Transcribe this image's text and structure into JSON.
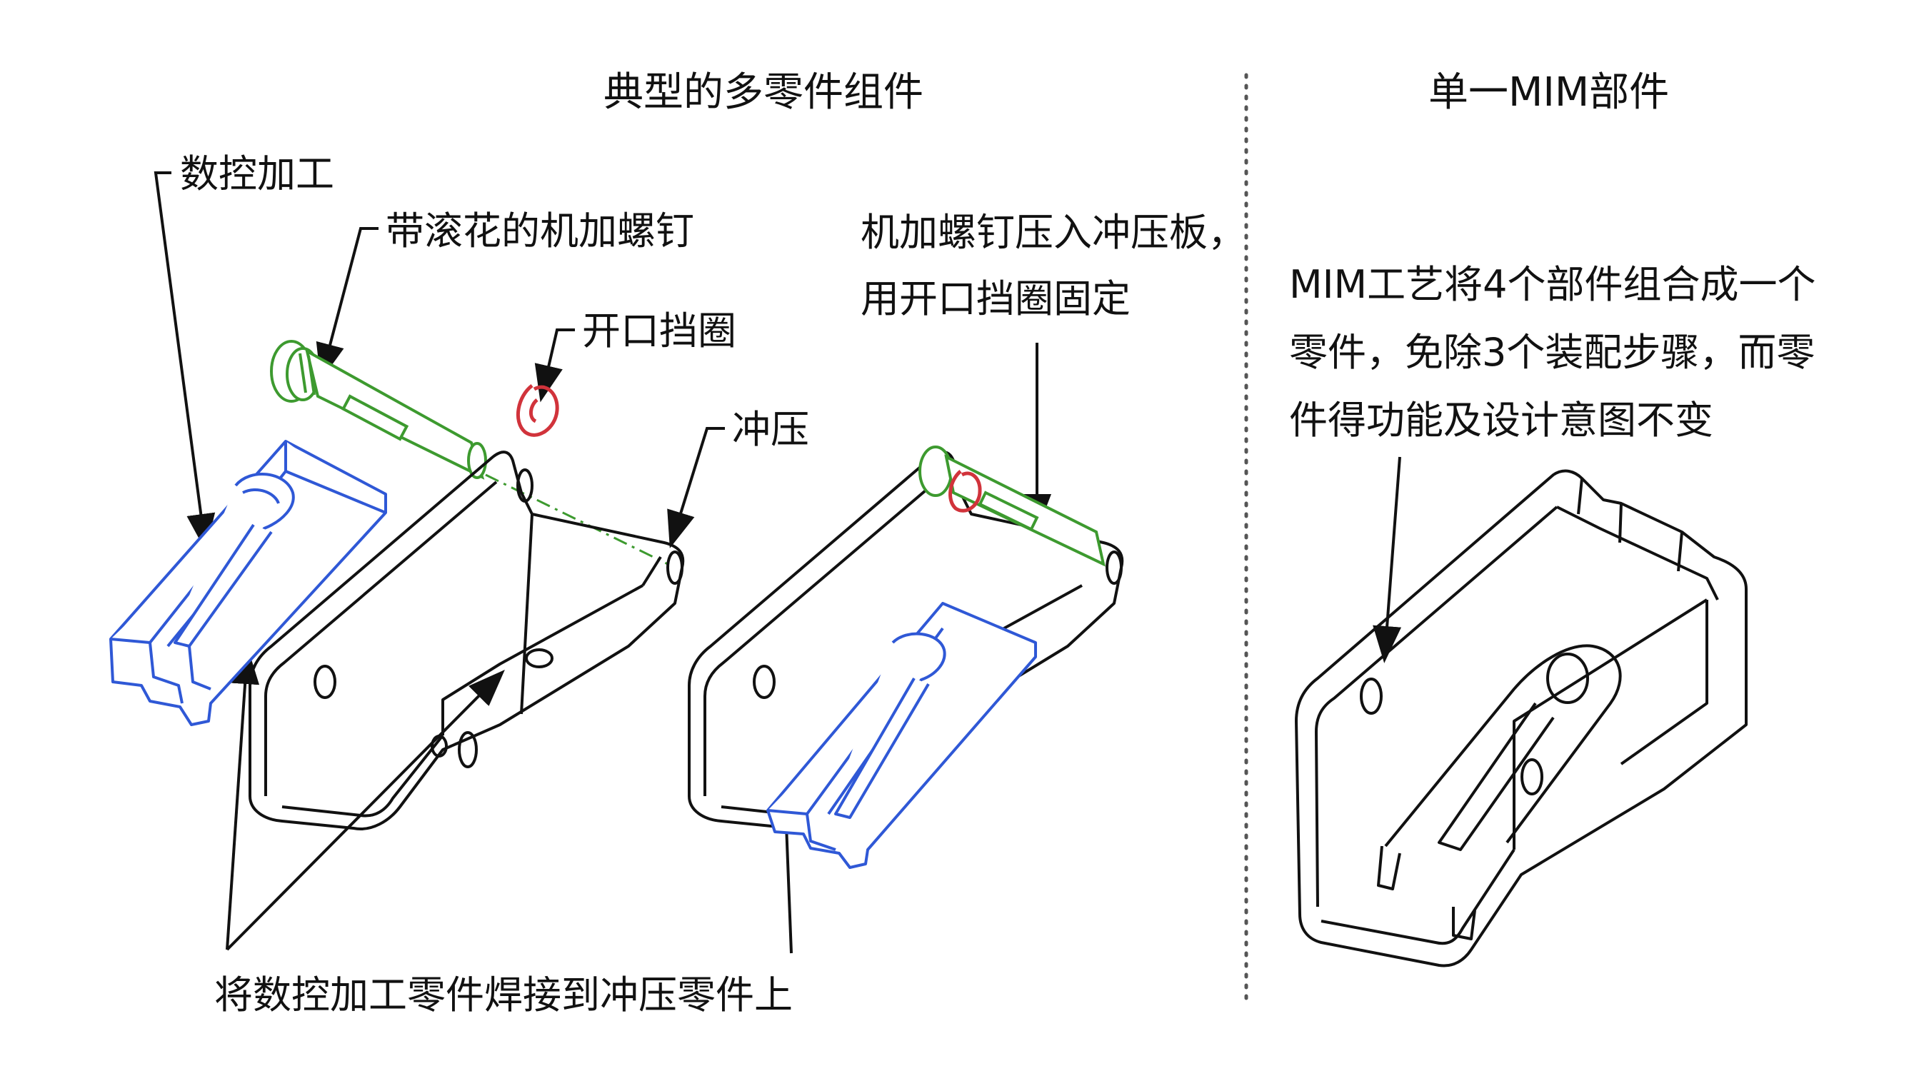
{
  "headings": {
    "left": "典型的多零件组件",
    "right": "单一MIM部件"
  },
  "labels": {
    "cnc": "数控加工",
    "knurled_screw": "带滚花的机加螺钉",
    "snap_ring": "开口挡圈",
    "stamping": "冲压",
    "press_fit_line1": "机加螺钉压入冲压板，",
    "press_fit_line2": "用开口挡圈固定",
    "weld": "将数控加工零件焊接到冲压零件上",
    "mim_line1": "MIM工艺将4个部件组合成一个",
    "mim_line2": "零件，免除3个装配步骤，而零",
    "mim_line3": "件得功能及设计意图不变"
  },
  "colors": {
    "cnc_part": "#2f58d6",
    "screw": "#3d9a2f",
    "snap_ring": "#d1333b",
    "outline": "#111111",
    "divider": "#555555"
  }
}
